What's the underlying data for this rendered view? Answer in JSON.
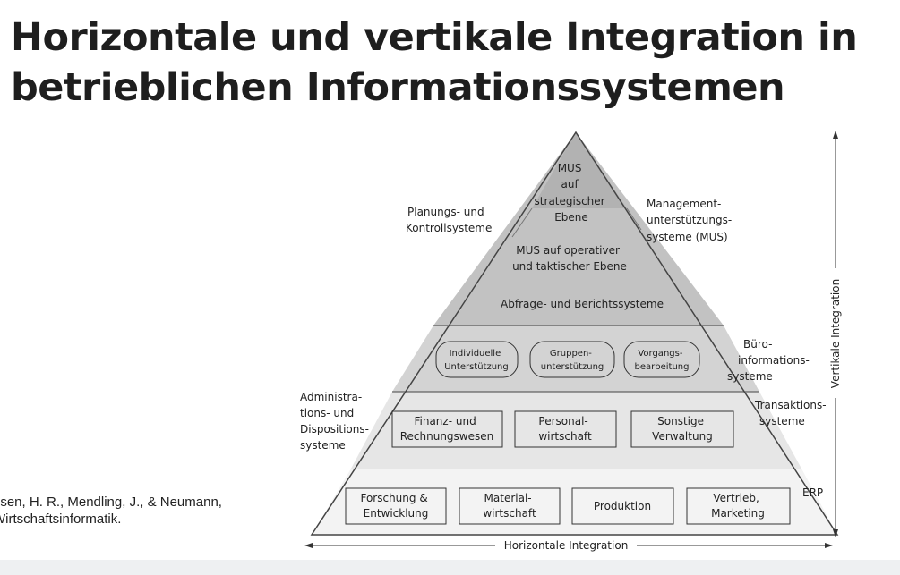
{
  "slide": {
    "title_line1": "Horizontale und vertikale Integration in",
    "title_line2": "betrieblichen Informationssystemen",
    "citation_line1": "nsen, H. R., Mendling, J., & Neumann,",
    "citation_line2": "Wirtschaftsinformatik."
  },
  "diagram": {
    "apex": [
      "MUS",
      "auf",
      "strategischer",
      "Ebene"
    ],
    "mus_operative": [
      "MUS auf operativer",
      "und taktischer Ebene"
    ],
    "reporting": "Abfrage- und Berichtssysteme",
    "office_boxes": [
      [
        "Individuelle",
        "Unterstützung"
      ],
      [
        "Gruppen-",
        "unterstützung"
      ],
      [
        "Vorgangs-",
        "bearbeitung"
      ]
    ],
    "admin_boxes": [
      [
        "Finanz- und",
        "Rechnungswesen"
      ],
      [
        "Personal-",
        "wirtschaft"
      ],
      [
        "Sonstige",
        "Verwaltung"
      ]
    ],
    "erp_boxes": [
      [
        "Forschung &",
        "Entwicklung"
      ],
      [
        "Material-",
        "wirtschaft"
      ],
      [
        "Produktion"
      ],
      [
        "Vertrieb,",
        "Marketing"
      ]
    ],
    "left_labels": {
      "planning": [
        "Planungs- und",
        "Kontrollsysteme"
      ],
      "admin": [
        "Administra-",
        "tions- und",
        "Dispositions-",
        "systeme"
      ]
    },
    "right_labels": {
      "mus": [
        "Management-",
        "unterstützungs-",
        "systeme (MUS)"
      ],
      "office": [
        "Büro-",
        "informations-",
        "systeme"
      ],
      "transaction": [
        "Transaktions-",
        "systeme"
      ],
      "erp": "ERP"
    },
    "vertical_axis": "Vertikale Integration",
    "horizontal_axis": "Horizontale Integration"
  }
}
